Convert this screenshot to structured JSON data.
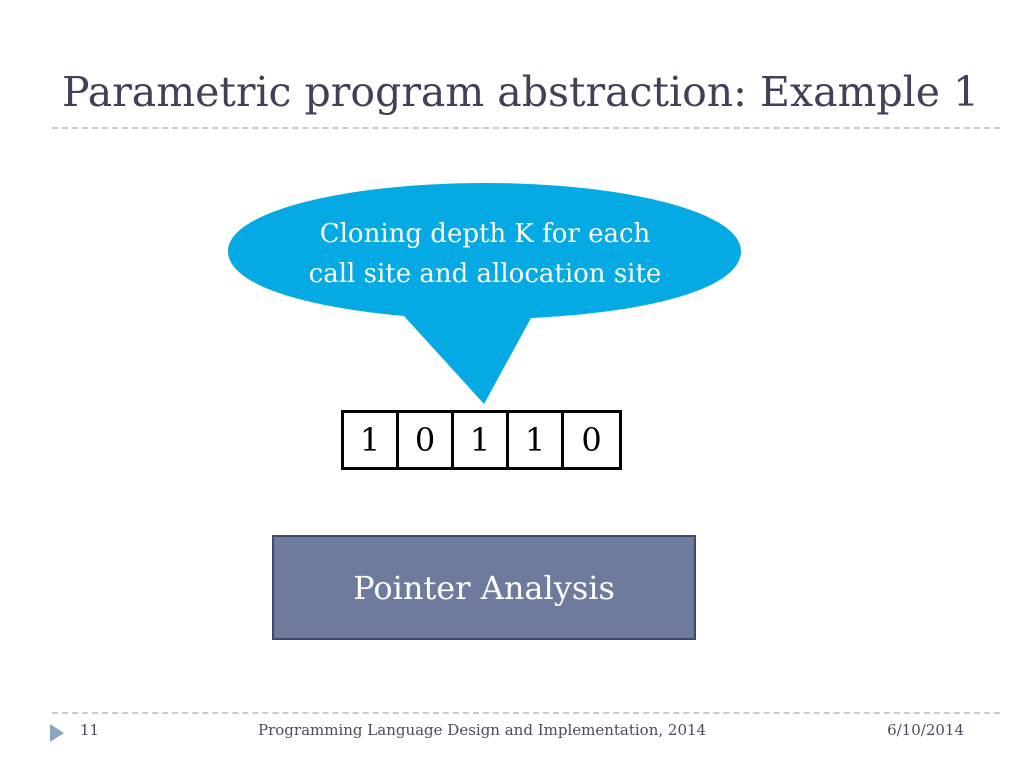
{
  "slide": {
    "title": "Parametric program abstraction: Example 1"
  },
  "callout": {
    "line1": "Cloning depth K for each",
    "line2": "call site and allocation site",
    "color": "#05a9e3"
  },
  "bits": [
    "1",
    "0",
    "1",
    "1",
    "0"
  ],
  "analysis_box": {
    "label": "Pointer Analysis",
    "color": "#6e7b9d"
  },
  "footer": {
    "slide_number": "11",
    "center_text": "Programming Language Design and Implementation, 2014",
    "date": "6/10/2014"
  }
}
